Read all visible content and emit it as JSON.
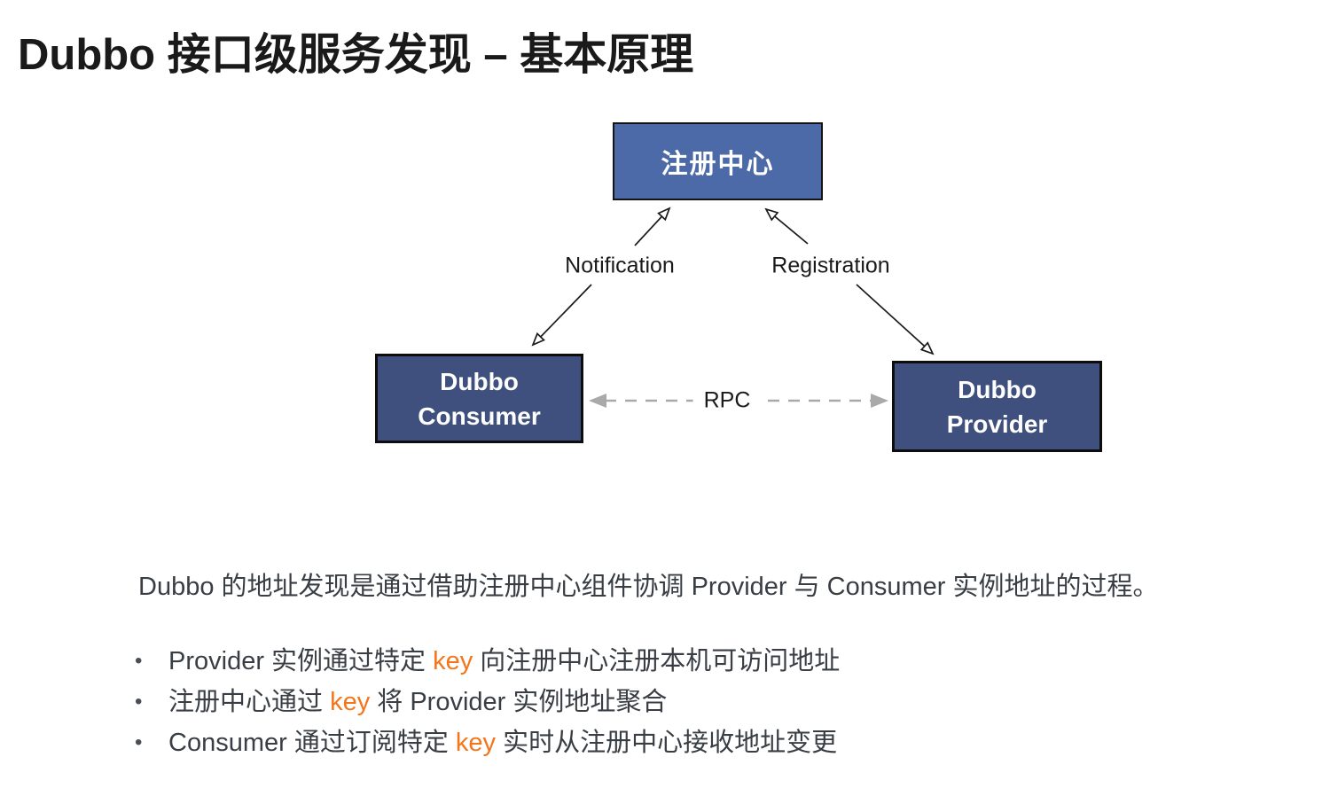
{
  "title": "Dubbo 接口级服务发现 – 基本原理",
  "diagram": {
    "nodes": {
      "registry": {
        "label": "注册中心",
        "fill": "#4d6aa8"
      },
      "consumer": {
        "label_line1": "Dubbo",
        "label_line2": "Consumer",
        "fill": "#40507e"
      },
      "provider": {
        "label_line1": "Dubbo",
        "label_line2": "Provider",
        "fill": "#40507e"
      }
    },
    "edges": {
      "notification": "Notification",
      "registration": "Registration",
      "rpc": "RPC"
    }
  },
  "description": "Dubbo 的地址发现是通过借助注册中心组件协调 Provider 与 Consumer 实例地址的过程。",
  "list": {
    "bullet_char": "•",
    "items": [
      {
        "pre": "Provider 实例通过特定 ",
        "key": "key",
        "post": " 向注册中心注册本机可访问地址"
      },
      {
        "pre": "注册中心通过 ",
        "key": "key",
        "post": " 将 Provider 实例地址聚合"
      },
      {
        "pre": "Consumer 通过订阅特定 ",
        "key": "key",
        "post": " 实时从注册中心接收地址变更"
      }
    ]
  },
  "colors": {
    "highlight_orange": "#f5761a",
    "registry_fill": "#4d6aa8",
    "consumer_provider_fill": "#40507e",
    "arrow_line": "#1a1a1a",
    "rpc_line_gray": "#a9a9a9",
    "body_text": "#393e44",
    "title_text": "#1a1a1a"
  }
}
